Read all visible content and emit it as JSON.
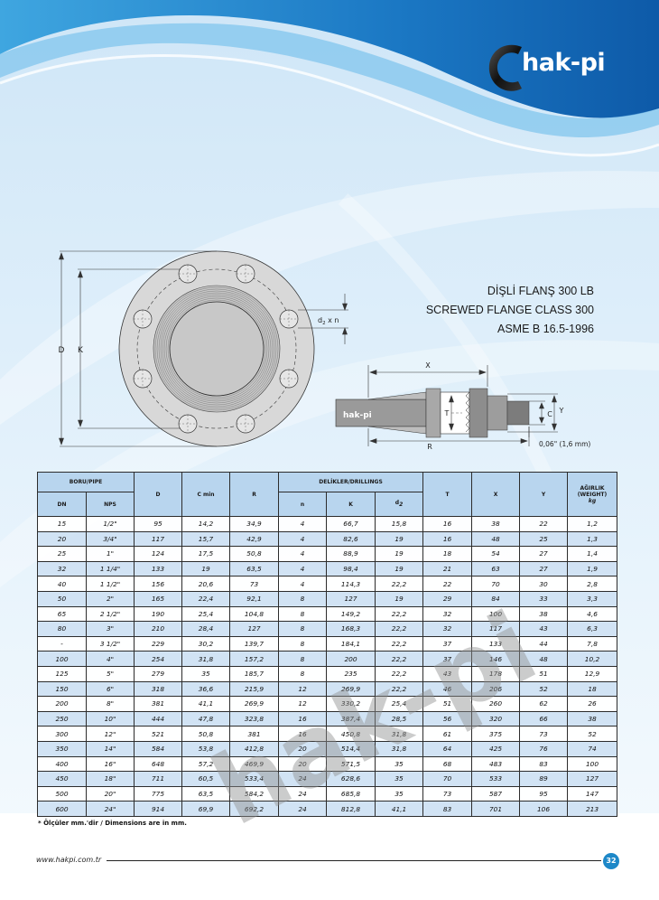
{
  "brand": {
    "logo_text": "hak-pi",
    "drawing_logo_text": "hak-pi",
    "watermark_text": "hak-pi",
    "accent_color": "#1e88c8",
    "header_color": "#b8d5ee"
  },
  "title": {
    "line1": "DİŞLİ FLANŞ 300 LB",
    "line2": "SCREWED FLANGE CLASS 300",
    "line3": "ASME B 16.5-1996"
  },
  "drawing": {
    "label_D": "D",
    "label_K": "K",
    "label_d2": "d",
    "label_d2_sub": "2",
    "label_d2_suffix": " x n",
    "label_X": "X",
    "label_T": "T",
    "label_R": "R",
    "label_C": "C",
    "label_Y": "Y",
    "label_raised": "0,06\" (1,6 mm)"
  },
  "table": {
    "headers": {
      "boru_pipe": "BORU/PIPE",
      "dn": "DN",
      "nps": "NPS",
      "D": "D",
      "c_min": "C min",
      "R": "R",
      "delikler": "DELİKLER/DRILLINGS",
      "n": "n",
      "K": "K",
      "d2": "d",
      "d2_sub": "2",
      "T": "T",
      "X": "X",
      "Y": "Y",
      "agirlik": "AĞIRLIK",
      "weight": "(WEIGHT)",
      "kg": "kg"
    },
    "rows": [
      [
        "15",
        "1/2\"",
        "95",
        "14,2",
        "34,9",
        "4",
        "66,7",
        "15,8",
        "16",
        "38",
        "22",
        "1,2"
      ],
      [
        "20",
        "3/4\"",
        "117",
        "15,7",
        "42,9",
        "4",
        "82,6",
        "19",
        "16",
        "48",
        "25",
        "1,3"
      ],
      [
        "25",
        "1\"",
        "124",
        "17,5",
        "50,8",
        "4",
        "88,9",
        "19",
        "18",
        "54",
        "27",
        "1,4"
      ],
      [
        "32",
        "1 1/4\"",
        "133",
        "19",
        "63,5",
        "4",
        "98,4",
        "19",
        "21",
        "63",
        "27",
        "1,9"
      ],
      [
        "40",
        "1 1/2\"",
        "156",
        "20,6",
        "73",
        "4",
        "114,3",
        "22,2",
        "22",
        "70",
        "30",
        "2,8"
      ],
      [
        "50",
        "2\"",
        "165",
        "22,4",
        "92,1",
        "8",
        "127",
        "19",
        "29",
        "84",
        "33",
        "3,3"
      ],
      [
        "65",
        "2 1/2\"",
        "190",
        "25,4",
        "104,8",
        "8",
        "149,2",
        "22,2",
        "32",
        "100",
        "38",
        "4,6"
      ],
      [
        "80",
        "3\"",
        "210",
        "28,4",
        "127",
        "8",
        "168,3",
        "22,2",
        "32",
        "117",
        "43",
        "6,3"
      ],
      [
        "-",
        "3 1/2\"",
        "229",
        "30,2",
        "139,7",
        "8",
        "184,1",
        "22,2",
        "37",
        "133",
        "44",
        "7,8"
      ],
      [
        "100",
        "4\"",
        "254",
        "31,8",
        "157,2",
        "8",
        "200",
        "22,2",
        "37",
        "146",
        "48",
        "10,2"
      ],
      [
        "125",
        "5\"",
        "279",
        "35",
        "185,7",
        "8",
        "235",
        "22,2",
        "43",
        "178",
        "51",
        "12,9"
      ],
      [
        "150",
        "6\"",
        "318",
        "36,6",
        "215,9",
        "12",
        "269,9",
        "22,2",
        "46",
        "206",
        "52",
        "18"
      ],
      [
        "200",
        "8\"",
        "381",
        "41,1",
        "269,9",
        "12",
        "330,2",
        "25,4",
        "51",
        "260",
        "62",
        "26"
      ],
      [
        "250",
        "10\"",
        "444",
        "47,8",
        "323,8",
        "16",
        "387,4",
        "28,5",
        "56",
        "320",
        "66",
        "38"
      ],
      [
        "300",
        "12\"",
        "521",
        "50,8",
        "381",
        "16",
        "450,8",
        "31,8",
        "61",
        "375",
        "73",
        "52"
      ],
      [
        "350",
        "14\"",
        "584",
        "53,8",
        "412,8",
        "20",
        "514,4",
        "31,8",
        "64",
        "425",
        "76",
        "74"
      ],
      [
        "400",
        "16\"",
        "648",
        "57,2",
        "469,9",
        "20",
        "571,5",
        "35",
        "68",
        "483",
        "83",
        "100"
      ],
      [
        "450",
        "18\"",
        "711",
        "60,5",
        "533,4",
        "24",
        "628,6",
        "35",
        "70",
        "533",
        "89",
        "127"
      ],
      [
        "500",
        "20\"",
        "775",
        "63,5",
        "584,2",
        "24",
        "685,8",
        "35",
        "73",
        "587",
        "95",
        "147"
      ],
      [
        "600",
        "24\"",
        "914",
        "69,9",
        "692,2",
        "24",
        "812,8",
        "41,1",
        "83",
        "701",
        "106",
        "213"
      ]
    ]
  },
  "footnote": "* Ölçüler mm.'dir / Dimensions are in mm.",
  "footer": {
    "website": "www.hakpi.com.tr",
    "page_number": "32"
  }
}
